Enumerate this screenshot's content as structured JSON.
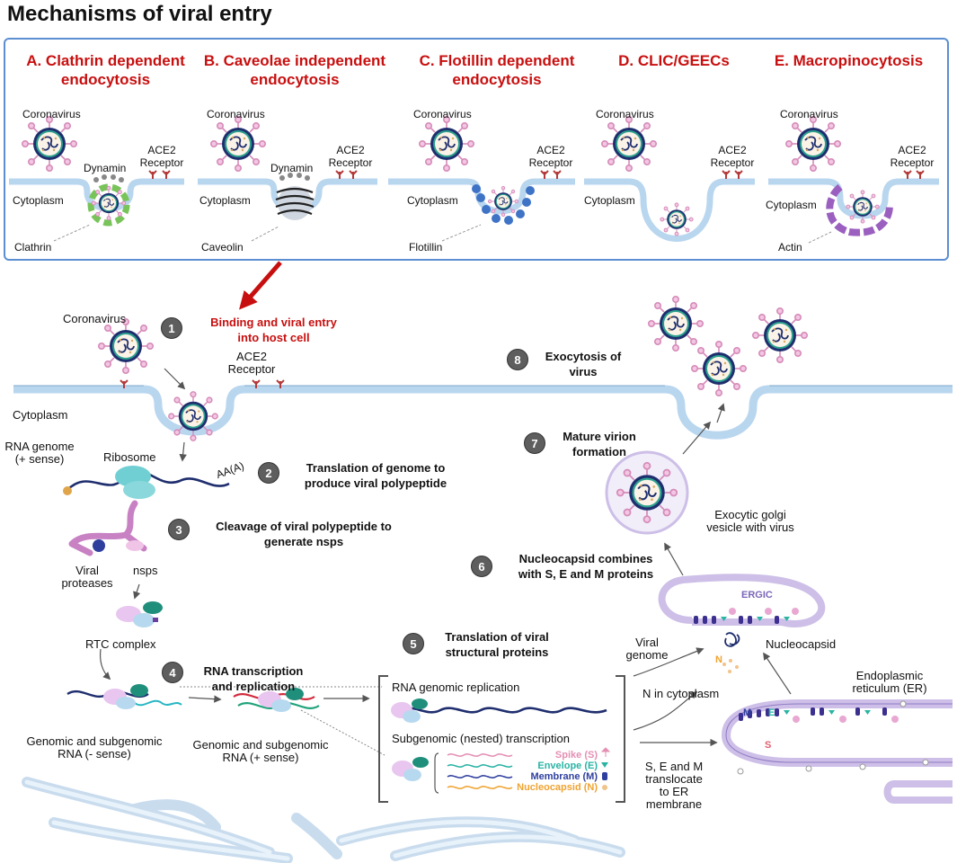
{
  "title": "Mechanisms of viral entry",
  "colors": {
    "accent_red": "#c80f0f",
    "panel_border": "#5b8fd1",
    "membrane": "#b9d6ef",
    "clathrin": "#79c45a",
    "flotillin": "#3f73c6",
    "actin": "#9b5fc0",
    "spike": "#e9a8d2",
    "receptor": "#b33a3a"
  },
  "entry_panel": {
    "mechanisms": [
      {
        "title": "A. Clathrin dependent\nendocytosis",
        "coronavirus": "Coronavirus",
        "receptor": "ACE2\nReceptor",
        "cytoplasm": "Cytoplasm",
        "extra": "Dynamin",
        "coat": "Clathrin"
      },
      {
        "title": "B. Caveolae independent\nendocytosis",
        "coronavirus": "Coronavirus",
        "receptor": "ACE2\nReceptor",
        "cytoplasm": "Cytoplasm",
        "extra": "Dynamin",
        "coat": "Caveolin"
      },
      {
        "title": "C. Flotillin dependent\nendocytosis",
        "coronavirus": "Coronavirus",
        "receptor": "ACE2\nReceptor",
        "cytoplasm": "Cytoplasm",
        "coat": "Flotillin"
      },
      {
        "title": "D. CLIC/GEECs",
        "coronavirus": "Coronavirus",
        "receptor": "ACE2\nReceptor",
        "cytoplasm": "Cytoplasm"
      },
      {
        "title": "E. Macropinocytosis",
        "coronavirus": "Coronavirus",
        "receptor": "ACE2\nReceptor",
        "cytoplasm": "Cytoplasm",
        "coat": "Actin"
      }
    ]
  },
  "lifecycle": {
    "coronavirus": "Coronavirus",
    "receptor": "ACE2\nReceptor",
    "cytoplasm": "Cytoplasm",
    "rna_genome": "RNA genome\n(+ sense)",
    "ribosome": "Ribosome",
    "polya": "AA(A)",
    "viral_proteases": "Viral\nproteases",
    "nsps": "nsps",
    "rtc_complex": "RTC complex",
    "neg_rna": "Genomic and subgenomic\nRNA (- sense)",
    "pos_rna": "Genomic and subgenomic\nRNA (+ sense)",
    "rna_replication": "RNA genomic replication",
    "subgenomic": "Subgenomic (nested) transcription",
    "proteins": [
      {
        "name": "Spike (S)",
        "color": "#e58fb3"
      },
      {
        "name": "Envelope (E)",
        "color": "#2ab4a4"
      },
      {
        "name": "Membrane (M)",
        "color": "#2f3f9e"
      },
      {
        "name": "Nucleocapsid (N)",
        "color": "#f0a330"
      }
    ],
    "viral_genome": "Viral\ngenome",
    "n_in_cytoplasm": "N in cytoplasm",
    "translocate": "S, E and M\ntranslocate\nto ER\nmembrane",
    "nucleocapsid": "Nucleocapsid",
    "n_label": "N",
    "er": "Endoplasmic\nreticulum (ER)",
    "m_label": "M",
    "e_label": "E",
    "s_label": "S",
    "ergic": "ERGIC",
    "golgi_vesicle": "Exocytic golgi\nvesicle with virus",
    "steps": [
      {
        "num": "1",
        "text": "Binding and viral entry\ninto host cell"
      },
      {
        "num": "2",
        "text": "Translation of genome to\nproduce viral polypeptide"
      },
      {
        "num": "3",
        "text": "Cleavage of viral polypeptide to\ngenerate nsps"
      },
      {
        "num": "4",
        "text": "RNA transcription\nand replication"
      },
      {
        "num": "5",
        "text": "Translation of viral\nstructural proteins"
      },
      {
        "num": "6",
        "text": "Nucleocapsid combines\nwith S, E and M proteins"
      },
      {
        "num": "7",
        "text": "Mature virion\nformation"
      },
      {
        "num": "8",
        "text": "Exocytosis of\nvirus"
      }
    ]
  }
}
